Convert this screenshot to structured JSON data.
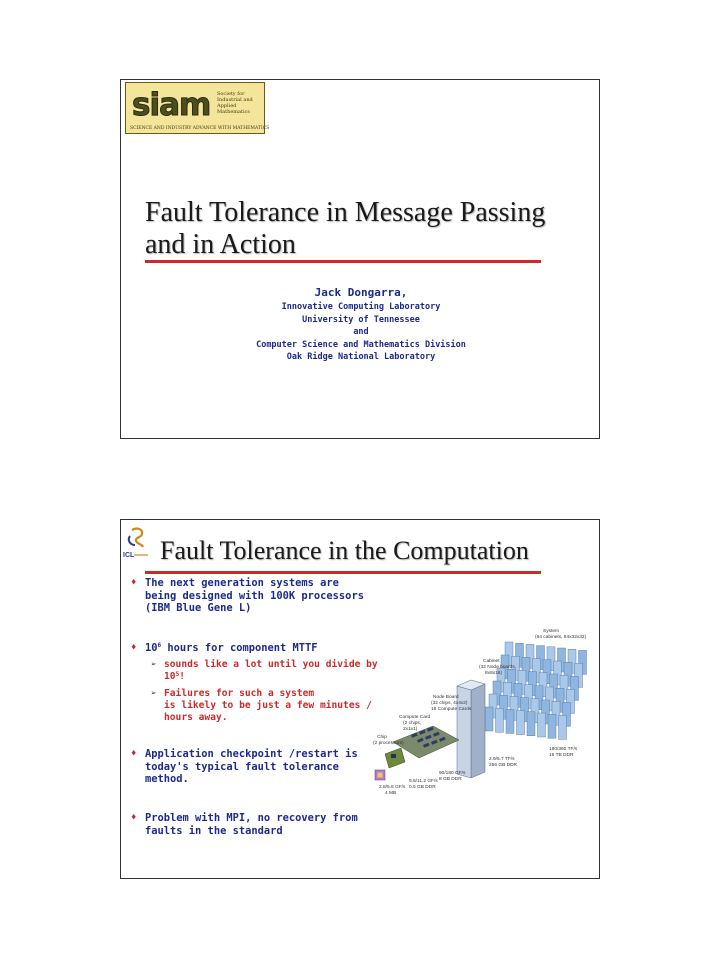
{
  "slide1": {
    "logo": {
      "word": "siam",
      "subtitle_lines": [
        "Society for",
        "Industrial and",
        "Applied",
        "Mathematics"
      ],
      "tagline": "SCIENCE AND INDUSTRY ADVANCE WITH MATHEMATICS"
    },
    "title_line1": "Fault Tolerance in Message Passing",
    "title_line2": "and in Action",
    "author": "Jack Dongarra,",
    "affiliations": [
      "Innovative Computing Laboratory",
      "University of Tennessee",
      "and",
      "Computer Science and Mathematics Division",
      "Oak Ridge National Laboratory"
    ]
  },
  "slide2": {
    "logo_text": "ICL",
    "title": "Fault Tolerance in the Computation",
    "bullet1_lines": [
      "The next generation systems are",
      "being designed with 100K processors",
      "(IBM Blue Gene L)"
    ],
    "bullet2_prefix": "10",
    "bullet2_exp": "6",
    "bullet2_suffix": " hours for component MTTF",
    "sub1_line1": "sounds like a lot until you divide by",
    "sub1_base": "10",
    "sub1_exp": "5",
    "sub1_tail": "!",
    "sub2_lines": [
      "Failures for such a system",
      "is likely to be just a few minutes /",
      "hours away."
    ],
    "bullet3_lines": [
      "Application checkpoint /restart is",
      "today's typical fault tolerance",
      "method."
    ],
    "bullet4_lines": [
      "Problem with MPI, no recovery from",
      "faults in the standard"
    ],
    "diagram_labels": {
      "system": "System",
      "system_sub": "(64 cabinets, 64x32x32)",
      "cabinet": "Cabinet",
      "cabinet_sub1": "(32 Node boards,",
      "cabinet_sub2": "8x8x16)",
      "nodeboard": "Node Board",
      "nodeboard_sub1": "(32 chips, 4x4x2)",
      "nodeboard_sub2": "16 Compute Cards",
      "computecard": "Compute Card",
      "computecard_sub1": "(2 chips,",
      "computecard_sub2": "2x1x1)",
      "chip": "Chip",
      "chip_sub": "(2 processors)",
      "sys_perf1": "180/360 TF/s",
      "sys_perf2": "16 TB DDR",
      "cab_perf1": "2.9/5.7 TF/s",
      "cab_perf2": "256 GB DDR",
      "nb_perf1": "90/180 GF/s",
      "nb_perf2": "8 GB DDR",
      "cc_perf1": "5.6/11.2 GF/s",
      "cc_perf2": "0.5 GB DDR",
      "chip_perf1": "2.8/5.6 GF/s",
      "chip_perf2": "4 MB"
    }
  }
}
